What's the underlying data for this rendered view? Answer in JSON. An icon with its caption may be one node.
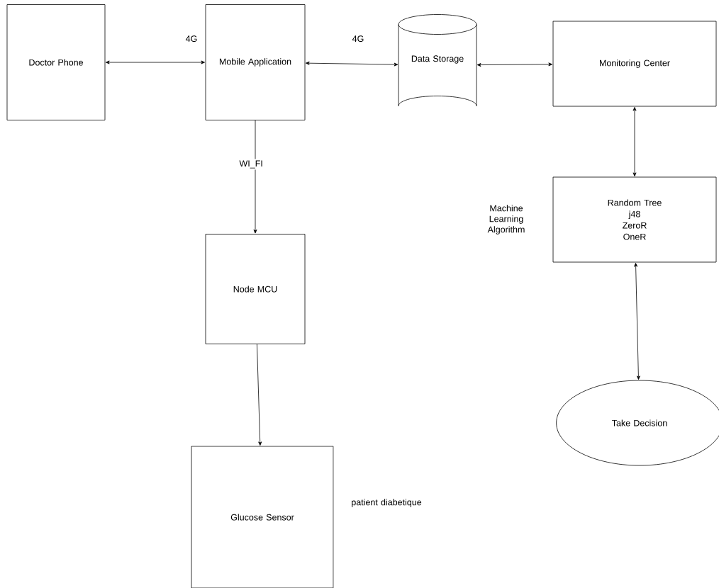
{
  "diagram": {
    "nodes": [
      {
        "text": [
          "Doctor Phone"
        ]
      },
      {
        "text": [
          "Mobile Application"
        ]
      },
      {
        "text": [
          "Data Storage"
        ]
      },
      {
        "text": [
          "Monitoring Center"
        ]
      },
      {
        "text": [
          "Random Tree",
          "j48",
          "ZeroR",
          "OneR"
        ],
        "beside": [
          "Machine Learning Algorithm"
        ]
      },
      {
        "text": [
          "Take Decision"
        ]
      },
      {
        "text": [
          "Node MCU"
        ]
      },
      {
        "text": [
          "Glucose Sensor"
        ],
        "beside": [
          "patient diabetique"
        ]
      }
    ],
    "edges": [
      {
        "from": 0,
        "to": 1,
        "arrow": "both",
        "label": "4G"
      },
      {
        "from": 1,
        "to": 2,
        "arrow": "both",
        "label": "4G"
      },
      {
        "from": 2,
        "to": 3,
        "arrow": "both"
      },
      {
        "from": 3,
        "to": 4,
        "arrow": "both"
      },
      {
        "from": 4,
        "to": 5,
        "arrow": "both"
      },
      {
        "from": 1,
        "to": 6,
        "arrow": "to",
        "label": "WI_FI"
      },
      {
        "from": 6,
        "to": 7,
        "arrow": "to"
      }
    ]
  }
}
